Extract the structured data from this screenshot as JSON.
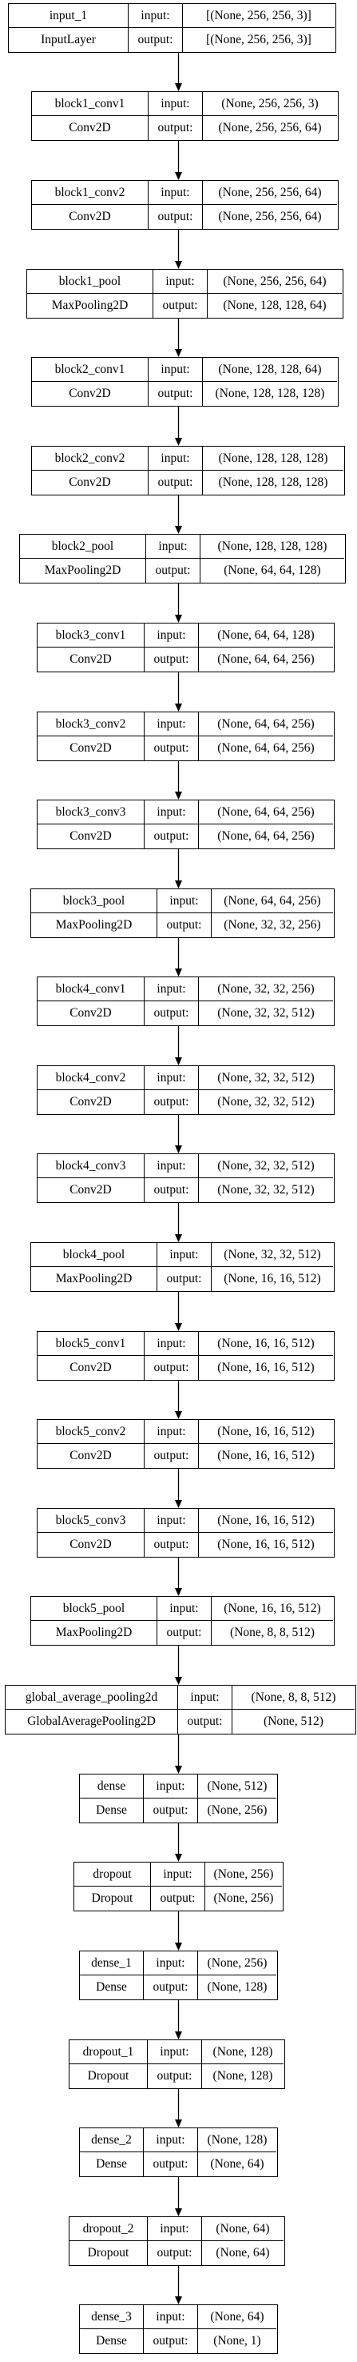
{
  "layers": [
    {
      "name": "input_1",
      "type": "InputLayer",
      "input": "[(None, 256, 256, 3)]",
      "output": "[(None, 256, 256, 3)]"
    },
    {
      "name": "block1_conv1",
      "type": "Conv2D",
      "input": "(None, 256, 256, 3)",
      "output": "(None, 256, 256, 64)"
    },
    {
      "name": "block1_conv2",
      "type": "Conv2D",
      "input": "(None, 256, 256, 64)",
      "output": "(None, 256, 256, 64)"
    },
    {
      "name": "block1_pool",
      "type": "MaxPooling2D",
      "input": "(None, 256, 256, 64)",
      "output": "(None, 128, 128, 64)"
    },
    {
      "name": "block2_conv1",
      "type": "Conv2D",
      "input": "(None, 128, 128, 64)",
      "output": "(None, 128, 128, 128)"
    },
    {
      "name": "block2_conv2",
      "type": "Conv2D",
      "input": "(None, 128, 128, 128)",
      "output": "(None, 128, 128, 128)"
    },
    {
      "name": "block2_pool",
      "type": "MaxPooling2D",
      "input": "(None, 128, 128, 128)",
      "output": "(None, 64, 64, 128)"
    },
    {
      "name": "block3_conv1",
      "type": "Conv2D",
      "input": "(None, 64, 64, 128)",
      "output": "(None, 64, 64, 256)"
    },
    {
      "name": "block3_conv2",
      "type": "Conv2D",
      "input": "(None, 64, 64, 256)",
      "output": "(None, 64, 64, 256)"
    },
    {
      "name": "block3_conv3",
      "type": "Conv2D",
      "input": "(None, 64, 64, 256)",
      "output": "(None, 64, 64, 256)"
    },
    {
      "name": "block3_pool",
      "type": "MaxPooling2D",
      "input": "(None, 64, 64, 256)",
      "output": "(None, 32, 32, 256)"
    },
    {
      "name": "block4_conv1",
      "type": "Conv2D",
      "input": "(None, 32, 32, 256)",
      "output": "(None, 32, 32, 512)"
    },
    {
      "name": "block4_conv2",
      "type": "Conv2D",
      "input": "(None, 32, 32, 512)",
      "output": "(None, 32, 32, 512)"
    },
    {
      "name": "block4_conv3",
      "type": "Conv2D",
      "input": "(None, 32, 32, 512)",
      "output": "(None, 32, 32, 512)"
    },
    {
      "name": "block4_pool",
      "type": "MaxPooling2D",
      "input": "(None, 32, 32, 512)",
      "output": "(None, 16, 16, 512)"
    },
    {
      "name": "block5_conv1",
      "type": "Conv2D",
      "input": "(None, 16, 16, 512)",
      "output": "(None, 16, 16, 512)"
    },
    {
      "name": "block5_conv2",
      "type": "Conv2D",
      "input": "(None, 16, 16, 512)",
      "output": "(None, 16, 16, 512)"
    },
    {
      "name": "block5_conv3",
      "type": "Conv2D",
      "input": "(None, 16, 16, 512)",
      "output": "(None, 16, 16, 512)"
    },
    {
      "name": "block5_pool",
      "type": "MaxPooling2D",
      "input": "(None, 16, 16, 512)",
      "output": "(None, 8, 8, 512)"
    },
    {
      "name": "global_average_pooling2d",
      "type": "GlobalAveragePooling2D",
      "input": "(None, 8, 8, 512)",
      "output": "(None, 512)"
    },
    {
      "name": "dense",
      "type": "Dense",
      "input": "(None, 512)",
      "output": "(None, 256)"
    },
    {
      "name": "dropout",
      "type": "Dropout",
      "input": "(None, 256)",
      "output": "(None, 256)"
    },
    {
      "name": "dense_1",
      "type": "Dense",
      "input": "(None, 256)",
      "output": "(None, 128)"
    },
    {
      "name": "dropout_1",
      "type": "Dropout",
      "input": "(None, 128)",
      "output": "(None, 128)"
    },
    {
      "name": "dense_2",
      "type": "Dense",
      "input": "(None, 128)",
      "output": "(None, 64)"
    },
    {
      "name": "dropout_2",
      "type": "Dropout",
      "input": "(None, 64)",
      "output": "(None, 64)"
    },
    {
      "name": "dense_3",
      "type": "Dense",
      "input": "(None, 64)",
      "output": "(None, 1)"
    }
  ],
  "port_labels": {
    "input": "input:",
    "output": "output:"
  }
}
